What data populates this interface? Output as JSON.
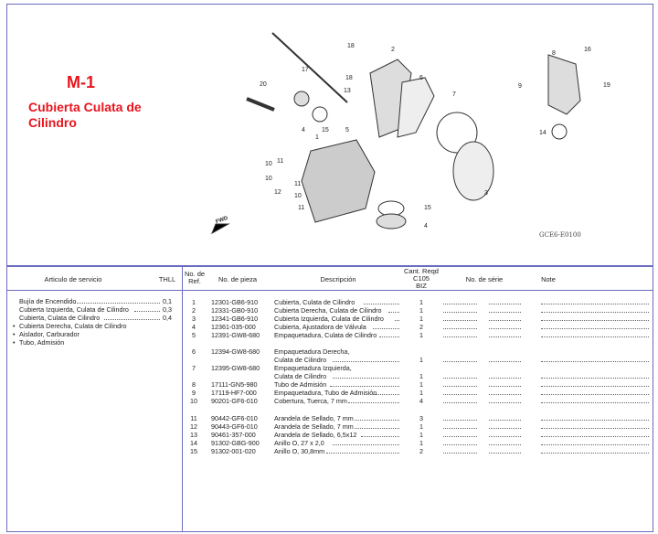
{
  "section": {
    "code": "M-1",
    "title": "Cubierta Culata de Cilindro",
    "diagram_code": "GCE6-E0100",
    "fwd_label": "FWD"
  },
  "diagram_callouts": [
    "17",
    "18",
    "18",
    "13",
    "2",
    "6",
    "7",
    "20",
    "4",
    "15",
    "1",
    "5",
    "3",
    "8",
    "16",
    "9",
    "19",
    "14",
    "10",
    "11",
    "10",
    "12",
    "11",
    "10",
    "11",
    "15",
    "4"
  ],
  "headers": {
    "service_item": "Articulo de servicio",
    "thll": "THLL",
    "ref": "No. de Ref.",
    "part_no": "No. de pieza",
    "desc": "Descripción",
    "qty_line1": "Cant. Reqd",
    "qty_line2": "C105",
    "qty_line3": "BIZ",
    "serial": "No. de série",
    "note": "Note"
  },
  "service_items": [
    {
      "bullet": "",
      "label": "Bujía de Encendido",
      "thll": "0,1"
    },
    {
      "bullet": "",
      "label": "Cubierta Izquierda, Culata de Cilindro",
      "thll": "0,3"
    },
    {
      "bullet": "",
      "label": "Cubierta, Culata de Cilindro",
      "thll": "0,4"
    },
    {
      "bullet": "•",
      "label": "Cubierta Derecha, Culata de Cilindro",
      "thll": ""
    },
    {
      "bullet": "•",
      "label": "Aislador, Carburador",
      "thll": ""
    },
    {
      "bullet": "•",
      "label": "Tubo, Admisión",
      "thll": ""
    }
  ],
  "parts": [
    {
      "ref": "1",
      "part": "12301-GB6-910",
      "desc": "Cubierta, Culata de Cilindro",
      "desc2": "",
      "qty": "1"
    },
    {
      "ref": "2",
      "part": "12331-GB0-910",
      "desc": "Cubierta Derecha, Culata de Cilindro",
      "desc2": "",
      "qty": "1"
    },
    {
      "ref": "3",
      "part": "12341-GB6-910",
      "desc": "Cubierta Izquierda, Culata de Cilindro",
      "desc2": "",
      "qty": "1"
    },
    {
      "ref": "4",
      "part": "12361-035-000",
      "desc": "Cubierta, Ajustadora de Válvula",
      "desc2": "",
      "qty": "2"
    },
    {
      "ref": "5",
      "part": "12391-GW8-680",
      "desc": "Empaquetadura, Culata de Cilindro",
      "desc2": "",
      "qty": "1"
    },
    {
      "ref": "6",
      "part": "12394-GW8-680",
      "desc": "Empaquetadura Derecha,",
      "desc2": "Culata de Cilindro",
      "qty": "1"
    },
    {
      "ref": "7",
      "part": "12395-GW8-680",
      "desc": "Empaquetadura Izquierda,",
      "desc2": "Culata de Cilindro",
      "qty": "1"
    },
    {
      "ref": "8",
      "part": "17111-GN5-980",
      "desc": " Tubo de Admisión",
      "desc2": "",
      "qty": "1"
    },
    {
      "ref": "9",
      "part": "17119-HF7-000",
      "desc": "Empaquetadura, Tubo de Admisión",
      "desc2": "",
      "qty": "1"
    },
    {
      "ref": "10",
      "part": "90201-GF6-010",
      "desc": "Cobertura, Tuerca, 7 mm",
      "desc2": "",
      "qty": "4"
    },
    {
      "ref": "11",
      "part": "90442-GF6-010",
      "desc": "Arandela de Sellado, 7 mm",
      "desc2": "",
      "qty": "3"
    },
    {
      "ref": "12",
      "part": "90443-GF6-010",
      "desc": "Arandela de Sellado, 7 mm",
      "desc2": "",
      "qty": "1"
    },
    {
      "ref": "13",
      "part": "90461-357-000",
      "desc": "Arandela de Sellado, 6,5x12",
      "desc2": "",
      "qty": "1"
    },
    {
      "ref": "14",
      "part": "91302-GBG-900",
      "desc": "Anillo O, 27 x 2,0",
      "desc2": "",
      "qty": "1"
    },
    {
      "ref": "15",
      "part": "91302-001-020",
      "desc": "Anillo O, 30,8mm",
      "desc2": "",
      "qty": "2"
    }
  ]
}
